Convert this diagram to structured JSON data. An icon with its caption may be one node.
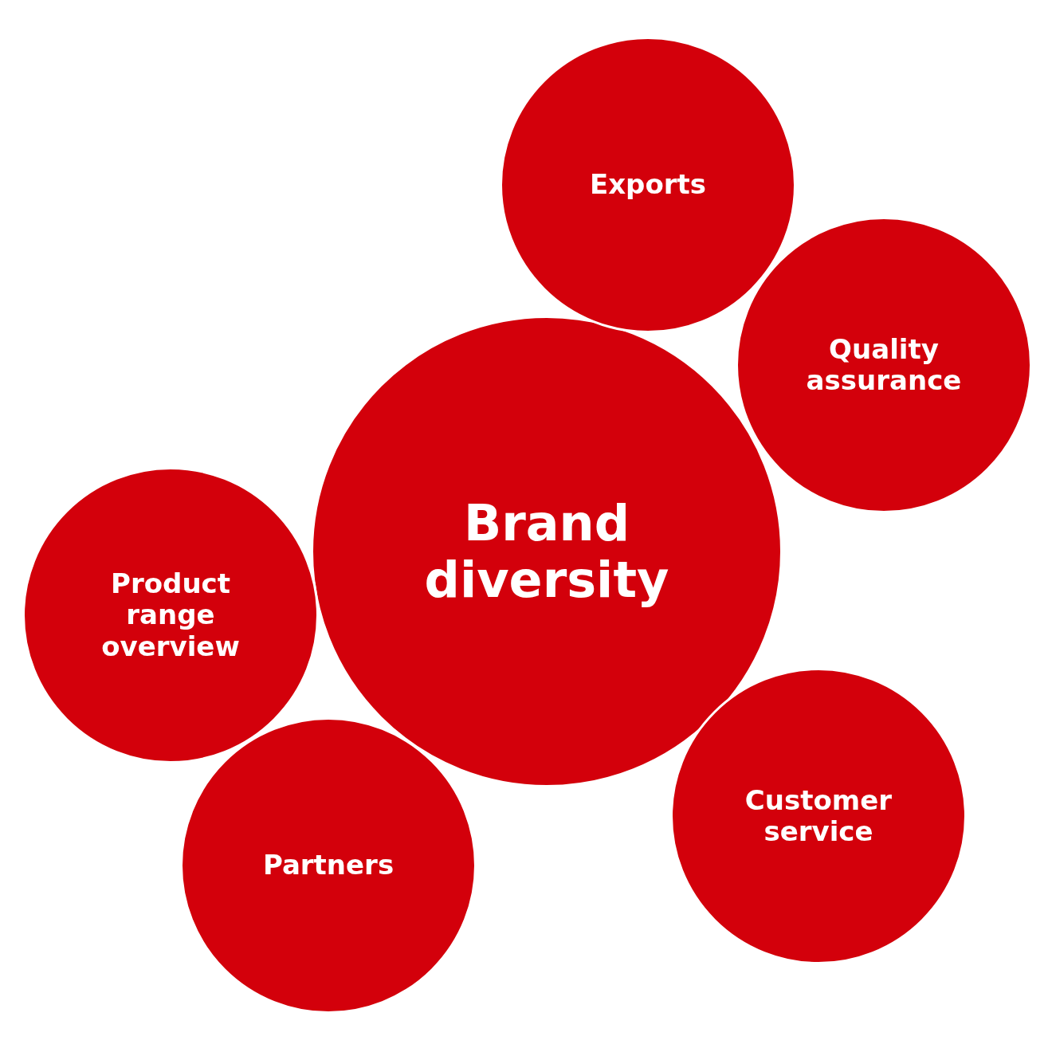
{
  "diagram": {
    "nodes": [
      {
        "text": [
          "Exports"
        ]
      },
      {
        "text": [
          "Quality assurance"
        ]
      },
      {
        "text": [
          "Brand diversity"
        ]
      },
      {
        "text": [
          "Product range overview"
        ]
      },
      {
        "text": [
          "Customer service"
        ]
      },
      {
        "text": [
          "Partners"
        ]
      }
    ]
  }
}
